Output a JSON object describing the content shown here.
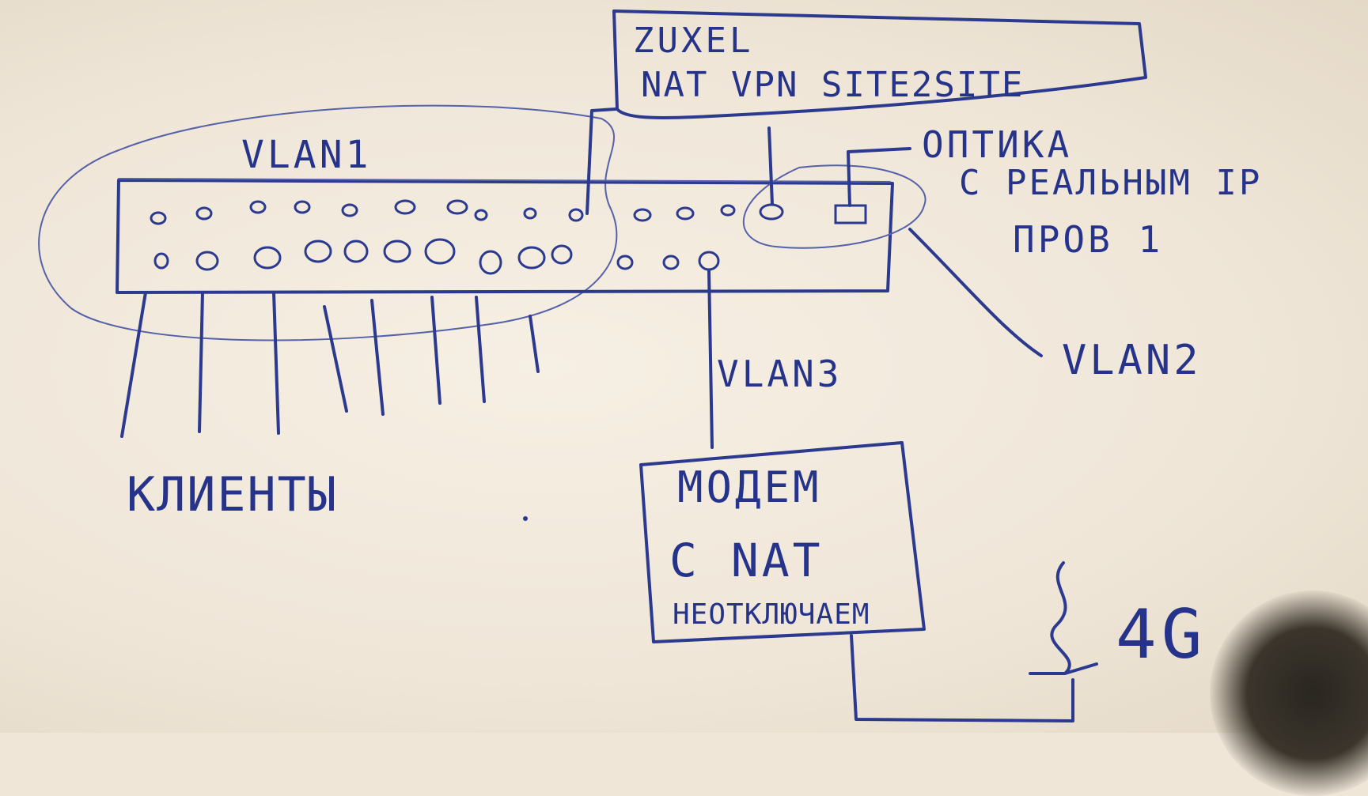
{
  "router": {
    "line1": "ZUXEL",
    "line2": "NAT  VPN SITE2SITE"
  },
  "vlan1": "VLAN1",
  "vlan2": "VLAN2",
  "vlan3": "VLAN3",
  "fiber": {
    "line1": "ОПТИКА",
    "line2": "С РЕАЛЬНЫМ IP",
    "line3": "ПРОВ 1"
  },
  "clients": "КЛИЕНТЫ",
  "modem": {
    "line1": "МОДЕМ",
    "line2": "С NAT",
    "line3": "НЕОТКЛЮЧАЕМ"
  },
  "cellular": "4G",
  "colors": {
    "ink": "#2b3a8f",
    "paper": "#efe6d8"
  }
}
